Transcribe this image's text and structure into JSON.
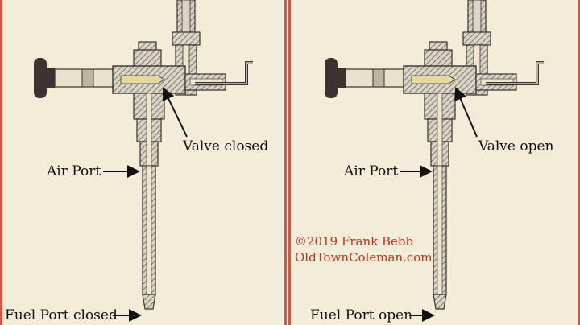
{
  "panels": [
    {
      "state": "closed",
      "labels": {
        "valve": "Valve closed",
        "air_port": "Air Port",
        "fuel_port": "Fuel Port closed"
      }
    },
    {
      "state": "open",
      "labels": {
        "valve": "Valve open",
        "air_port": "Air Port",
        "fuel_port": "Fuel Port open"
      },
      "credit": {
        "line1": "©2019 Frank Bebb",
        "line2": "OldTownColeman.com"
      }
    }
  ],
  "colors": {
    "border": "#e4503a",
    "background": "#f3ecd9",
    "metal": "#d8d4c6",
    "hatch": "#555049",
    "knob": "#3a3330",
    "valve_seat": "#e8d79f",
    "credit_text": "#cc2a12"
  }
}
